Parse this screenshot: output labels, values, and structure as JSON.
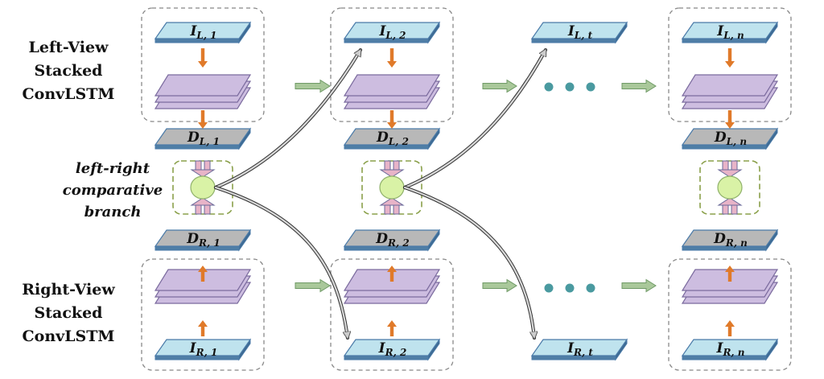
{
  "left_view_label": [
    "Left-View",
    "Stacked",
    "ConvLSTM"
  ],
  "right_view_label": [
    "Right-View",
    "Stacked",
    "ConvLSTM"
  ],
  "branch_label": [
    "left-right",
    "comparative",
    "branch"
  ],
  "columns": [
    {
      "input_left": {
        "main": "I",
        "sub": "L, 1"
      },
      "depth_left": {
        "main": "D",
        "sub": "L, 1"
      },
      "depth_right": {
        "main": "D",
        "sub": "R, 1"
      },
      "input_right": {
        "main": "I",
        "sub": "R, 1"
      }
    },
    {
      "input_left": {
        "main": "I",
        "sub": "L, 2"
      },
      "depth_left": {
        "main": "D",
        "sub": "L, 2"
      },
      "depth_right": {
        "main": "D",
        "sub": "R, 2"
      },
      "input_right": {
        "main": "I",
        "sub": "R, 2"
      }
    },
    {
      "input_left": {
        "main": "I",
        "sub": "L, t"
      },
      "input_right": {
        "main": "I",
        "sub": "R, t"
      }
    },
    {
      "input_left": {
        "main": "I",
        "sub": "L, n"
      },
      "depth_left": {
        "main": "D",
        "sub": "L, n"
      },
      "depth_right": {
        "main": "D",
        "sub": "R, n"
      },
      "input_right": {
        "main": "I",
        "sub": "R, n"
      }
    }
  ],
  "colors": {
    "input_plate": "#bfe3ee",
    "plate_edge": "#4a7aa8",
    "depth_plate": "#b8b8b8",
    "conv_layer": "#cdbde0",
    "conv_edge": "#7b6b9e",
    "orange_arrow": "#e07a2a",
    "green_arrow": "#a9c89a",
    "green_dot": "#4a9aa0",
    "comparison_node": "#d9f2a6",
    "comparison_box": "#8aa04a",
    "pink_arrow": "#e8b4c8",
    "box_border": "#888888"
  }
}
